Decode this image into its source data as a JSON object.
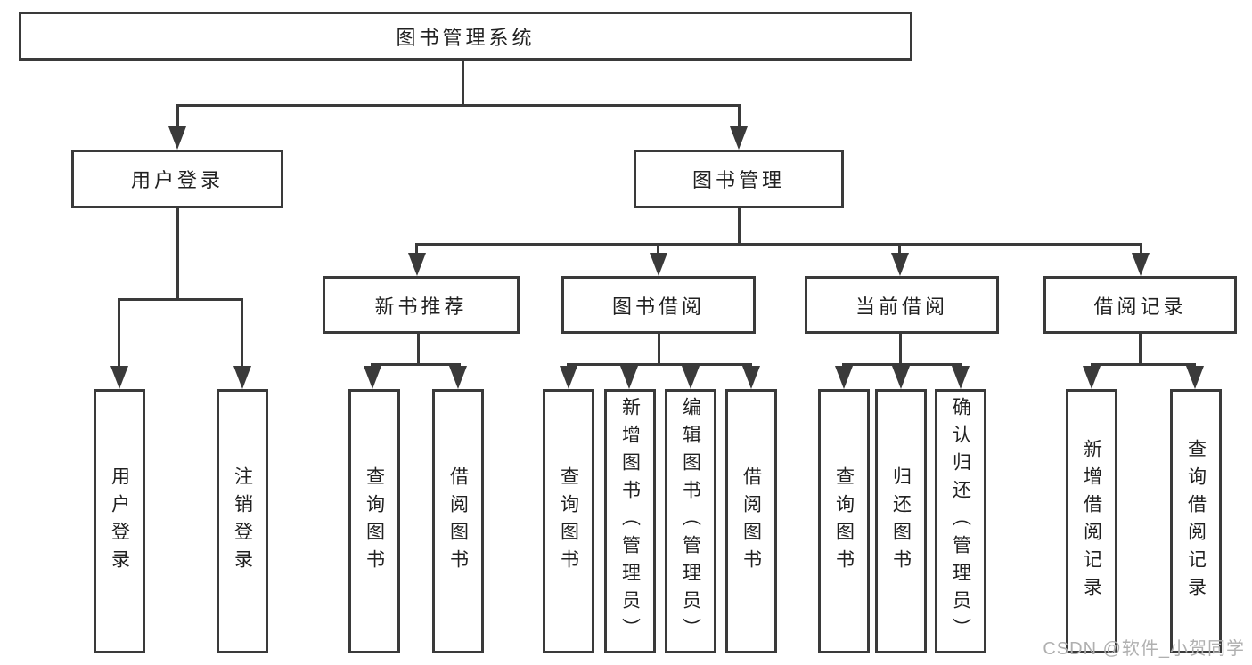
{
  "colors": {
    "line": "#3a3a3a",
    "text": "#212121",
    "watermark": "#b0b0b0",
    "background": "#ffffff"
  },
  "diagram": {
    "root": {
      "label": "图书管理系统",
      "children": [
        {
          "label": "用户登录",
          "children": [
            {
              "label": "用户登录"
            },
            {
              "label": "注销登录"
            }
          ]
        },
        {
          "label": "图书管理",
          "children": [
            {
              "label": "新书推荐",
              "children": [
                {
                  "label": "查询图书"
                },
                {
                  "label": "借阅图书"
                }
              ]
            },
            {
              "label": "图书借阅",
              "children": [
                {
                  "label": "查询图书"
                },
                {
                  "label": "新增图书（管理员）"
                },
                {
                  "label": "编辑图书（管理员）"
                },
                {
                  "label": "借阅图书"
                }
              ]
            },
            {
              "label": "当前借阅",
              "children": [
                {
                  "label": "查询图书"
                },
                {
                  "label": "归还图书"
                },
                {
                  "label": "确认归还（管理员）"
                }
              ]
            },
            {
              "label": "借阅记录",
              "children": [
                {
                  "label": "新增借阅记录"
                },
                {
                  "label": "查询借阅记录"
                }
              ]
            }
          ]
        }
      ]
    }
  },
  "watermark": {
    "text": "CSDN @软件_小贺同学"
  }
}
